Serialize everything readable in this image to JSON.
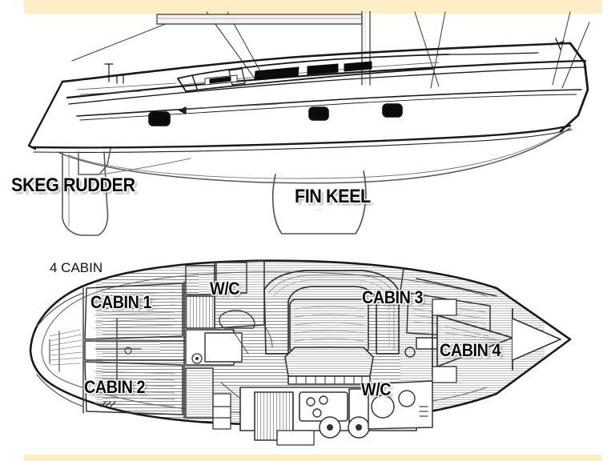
{
  "figure": {
    "kind": "sailboat-technical-drawing",
    "banner_color": "#fdeec8",
    "line_color": "#1a1a1a",
    "background_color": "#ffffff"
  },
  "profile_view": {
    "name": "sail-plan-profile",
    "labels": {
      "skeg_rudder": "SKEG RUDDER",
      "fin_keel": "FIN KEEL"
    }
  },
  "plan_view": {
    "name": "interior-accommodation-plan",
    "title": "4 CABIN",
    "labels": {
      "cabin_1": "CABIN 1",
      "cabin_2": "CABIN 2",
      "cabin_3": "CABIN 3",
      "cabin_4": "CABIN 4",
      "wc_forward": "W/C",
      "wc_aft": "W/C"
    }
  }
}
